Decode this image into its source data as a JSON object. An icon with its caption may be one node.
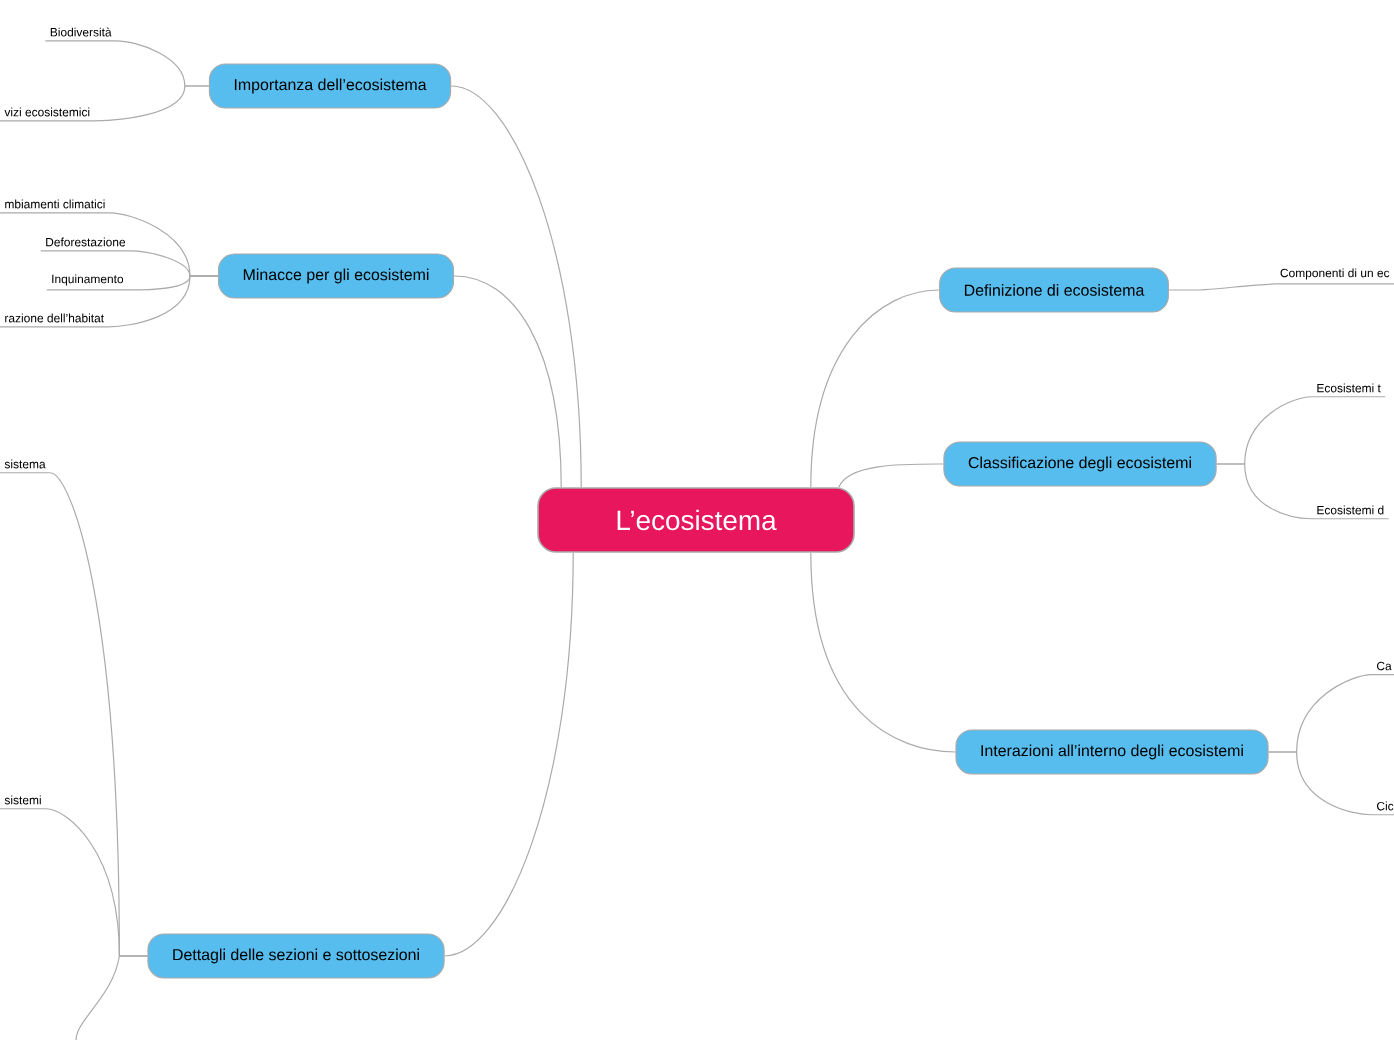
{
  "diagram": {
    "nodes": [
      {
        "text": [
          "L’ecosistema"
        ]
      },
      {
        "text": [
          "Importanza dell’ecosistema"
        ]
      },
      {
        "text": [
          "Biodiversità"
        ]
      },
      {
        "text": [
          "vizi ecosistemici"
        ]
      },
      {
        "text": [
          "Minacce per gli ecosistemi"
        ]
      },
      {
        "text": [
          "mbiamenti climatici"
        ]
      },
      {
        "text": [
          "Deforestazione"
        ]
      },
      {
        "text": [
          "Inquinamento"
        ]
      },
      {
        "text": [
          "razione dell’habitat"
        ]
      },
      {
        "text": [
          "Definizione di ecosistema"
        ]
      },
      {
        "text": [
          "Componenti di un ec"
        ]
      },
      {
        "text": [
          "Classificazione degli ecosistemi"
        ]
      },
      {
        "text": [
          "Ecosistemi t"
        ]
      },
      {
        "text": [
          "Ecosistemi d"
        ]
      },
      {
        "text": [
          "Interazioni all’interno degli ecosistemi"
        ]
      },
      {
        "text": [
          "Ca"
        ]
      },
      {
        "text": [
          "Cic"
        ]
      },
      {
        "text": [
          "Dettagli delle sezioni e sottosezioni"
        ]
      },
      {
        "text": [
          "sistema"
        ]
      },
      {
        "text": [
          "sistemi"
        ]
      }
    ],
    "edges": [
      {
        "from": 0,
        "to": 1,
        "arrow": "none"
      },
      {
        "from": 0,
        "to": 4,
        "arrow": "none"
      },
      {
        "from": 0,
        "to": 17,
        "arrow": "none"
      },
      {
        "from": 0,
        "to": 9,
        "arrow": "none"
      },
      {
        "from": 0,
        "to": 11,
        "arrow": "none"
      },
      {
        "from": 0,
        "to": 14,
        "arrow": "none"
      },
      {
        "from": 1,
        "to": 2,
        "arrow": "none"
      },
      {
        "from": 1,
        "to": 3,
        "arrow": "none"
      },
      {
        "from": 4,
        "to": 5,
        "arrow": "none"
      },
      {
        "from": 4,
        "to": 6,
        "arrow": "none"
      },
      {
        "from": 4,
        "to": 7,
        "arrow": "none"
      },
      {
        "from": 4,
        "to": 8,
        "arrow": "none"
      },
      {
        "from": 9,
        "to": 10,
        "arrow": "none"
      },
      {
        "from": 11,
        "to": 12,
        "arrow": "none"
      },
      {
        "from": 11,
        "to": 13,
        "arrow": "none"
      },
      {
        "from": 14,
        "to": 15,
        "arrow": "none"
      },
      {
        "from": 14,
        "to": 16,
        "arrow": "none"
      },
      {
        "from": 17,
        "to": 18,
        "arrow": "none"
      },
      {
        "from": 17,
        "to": 19,
        "arrow": "none"
      },
      {
        "from": 17,
        "to": null,
        "arrow": "none"
      }
    ]
  }
}
